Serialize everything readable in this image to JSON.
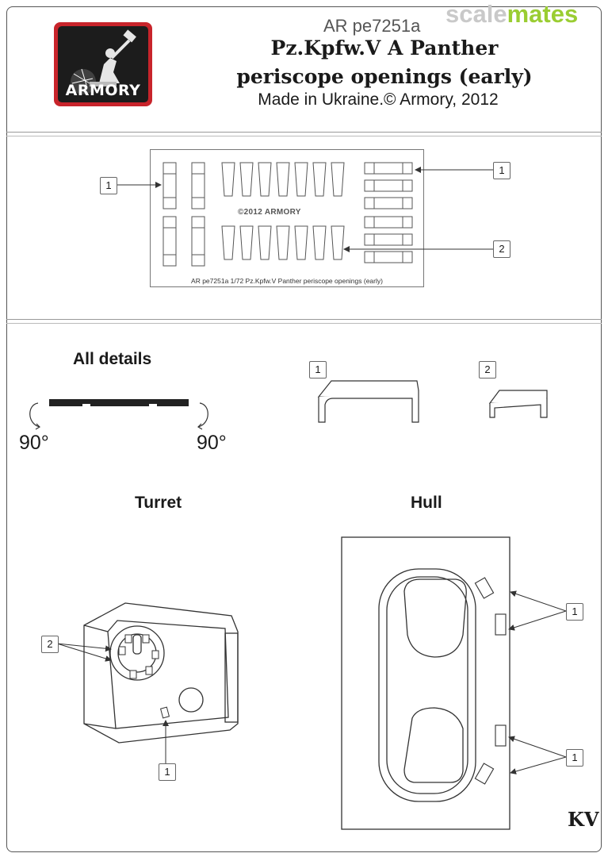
{
  "header": {
    "logo_text": "ARMORY",
    "watermark_part1": "scale",
    "watermark_part2": "mates",
    "article_code": "AR pe7251a",
    "title_line1": "Pz.Kpfw.V A Panther",
    "title_line2": "periscope openings (early)",
    "subtitle": "Made in Ukraine.© Armory, 2012"
  },
  "fret": {
    "copyright": "©2012  ARMORY",
    "caption": "AR pe7251a 1/72 Pz.Kpfw.V Panther periscope openings (early)",
    "callouts": [
      "1",
      "1",
      "2"
    ]
  },
  "details": {
    "heading": "All details",
    "angle_left": "90°",
    "angle_right": "90°",
    "part1_label": "1",
    "part2_label": "2"
  },
  "turret": {
    "heading": "Turret",
    "label_2": "2",
    "label_1": "1"
  },
  "hull": {
    "heading": "Hull",
    "label_top": "1",
    "label_bottom": "1"
  },
  "signature": "KV",
  "colors": {
    "logo_red": "#c8242b",
    "logo_dark": "#1c1c1c",
    "watermark_grey": "#c9c9c9",
    "watermark_green": "#9acd32"
  }
}
